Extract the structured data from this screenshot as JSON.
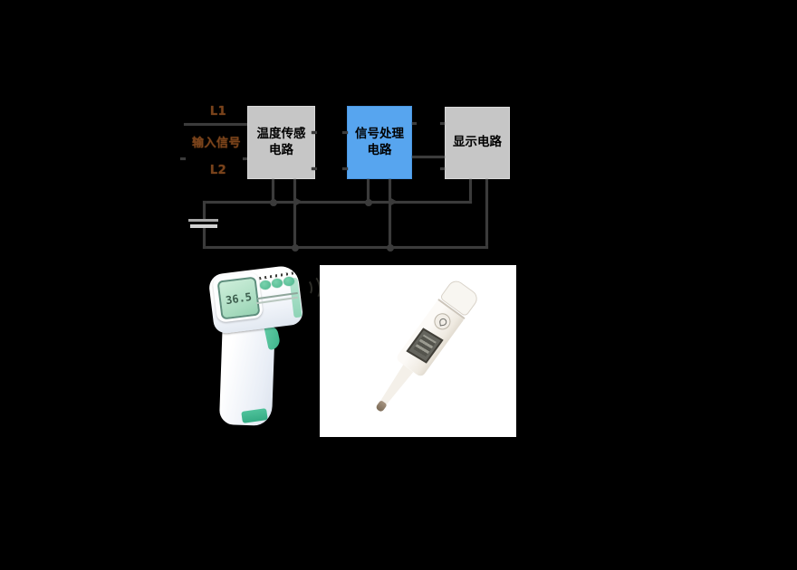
{
  "figure": {
    "description_hint": "temperature measurement block diagram with two thermometer product photos"
  },
  "diagram": {
    "labels": {
      "l1": "L1",
      "input_signal": "输入信号",
      "l2": "L2"
    },
    "boxes": [
      {
        "id": "temperature-sensor-circuit",
        "line1": "温度传感",
        "line2": "电路"
      },
      {
        "id": "signal-processing-circuit",
        "line1": "信号处理",
        "line2": "电路"
      },
      {
        "id": "display-circuit",
        "line1": "显示电路",
        "line2": ""
      }
    ],
    "colors": {
      "box_gray": "#c6c6c6",
      "box_blue": "#57a5ef",
      "wire": "#3b3b3b",
      "label_text": "#7a431c",
      "box_text": "#000000"
    },
    "icons": {
      "battery": "battery-cell-symbol",
      "arrows": "current-direction-right"
    }
  },
  "photos": {
    "ir_thermometer": {
      "display_value": "36.5",
      "accent_color": "#4cb68d",
      "icon": "infrared-forehead-thermometer"
    },
    "stick_thermometer": {
      "icon": "digital-stick-thermometer",
      "background": "#ffffff"
    }
  }
}
